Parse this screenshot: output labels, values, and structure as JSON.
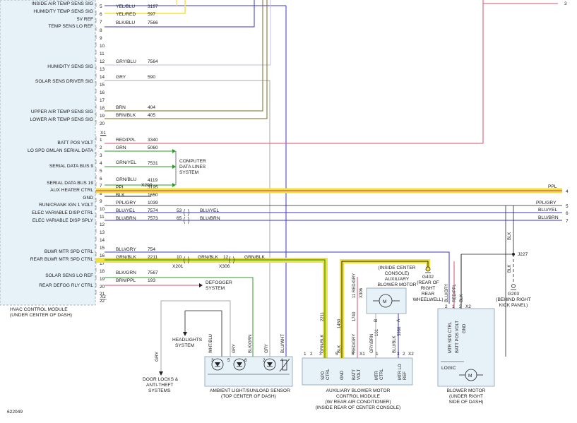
{
  "colors": {
    "red": "#d64f6e",
    "blue": "#3b35c4",
    "yellow": "#f2e13a",
    "brown": "#7a6a1e",
    "gray": "#a8a8a8",
    "green": "#2c9b2c",
    "black": "#222222",
    "box_fill": "#e6f1f8",
    "dash": "#8aa0ad"
  },
  "hvac": {
    "name": "HVAC CONTROL MODULE",
    "location": "(UNDER CENTER OF DASH)",
    "sig_labels": [
      "INSIDE AIR TEMP SENS SIG",
      "HUMIDITY TEMP SENS SIG",
      "5V REF",
      "TEMP SENS LO REF",
      "HUMIDITY SENS SIG",
      "SOLAR SENS DRIVER SIG",
      "UPPER AIR TEMP SENS SIG",
      "LOWER AIR TEMP SENS SIG",
      "BATT POS VOLT",
      "LO SPD GMLAN SERIAL DATA",
      "SERIAL DATA BUS 9",
      "SERIAL DATA BUS 19",
      "AUX HEATER CTRL",
      "GND",
      "RUN/CRANK IGN 1 VOLT",
      "ELEC VARIABLE DISP CTRL",
      "ELEC VARIABLE DISP SPLY",
      "BLWR MTR SPD CTRL",
      "REAR BLWR MTR SPD CTRL",
      "SOLAR SENS LO REF",
      "REAR DEFOG RLY CTRL"
    ],
    "connector_x1": "X1",
    "connector_x2": "X2",
    "pins_a": [
      "5",
      "6",
      "7",
      "8",
      "9",
      "10",
      "11",
      "12",
      "13",
      "14",
      "15",
      "16",
      "17",
      "18",
      "19",
      "20"
    ],
    "pins_b": [
      "1",
      "2",
      "3",
      "4",
      "5",
      "6",
      "7",
      "8",
      "9",
      "10",
      "11",
      "12",
      "13",
      "14",
      "15",
      "16",
      "17",
      "18",
      "19",
      "20",
      "21",
      "22"
    ]
  },
  "wires": {
    "colors_a": [
      "YEL/BLU",
      "YEL/RED",
      "BLK/BLU",
      "GRY/BLU",
      "GRY",
      "BRN",
      "BRN/BLK"
    ],
    "circuits_a": [
      "3197",
      "597",
      "7566",
      "7564",
      "590",
      "404",
      "405"
    ],
    "colors_b": [
      "RED/PPL",
      "GRN",
      "GRN/YEL",
      "GRN/BLU",
      "PPL",
      "BLK",
      "PPL/GRY",
      "BLU/YEL",
      "BLU/BRN",
      "BLU/GRY",
      "GRN/BLK",
      "BLK/GRN",
      "BRN/PPL"
    ],
    "circuits_b": [
      "3340",
      "5060",
      "7531",
      "4119",
      "3195",
      "1650",
      "1039",
      "7574",
      "7573",
      "754",
      "2211",
      "7567",
      "193"
    ],
    "splice_pins": [
      "53",
      "65",
      "10",
      "12"
    ],
    "splice_colors": [
      "BLU/YEL",
      "BLU/BRN",
      "GRN/BLK",
      "GRN/BLK"
    ],
    "splice_conns": [
      "X201",
      "X306"
    ],
    "right_labels": [
      "PPL",
      "PPL/GRY",
      "BLU/YEL",
      "BLU/BRN"
    ],
    "right_nums": [
      "3",
      "4",
      "5",
      "6",
      "7"
    ]
  },
  "computer": {
    "lines": [
      "COMPUTER",
      "DATA LINES",
      "SYSTEM"
    ],
    "x200": "X200"
  },
  "defogger": {
    "lines": [
      "DEFOGGER",
      "SYSTEM"
    ]
  },
  "headlights": {
    "lines": [
      "HEADLIGHTS",
      "SYSTEM"
    ]
  },
  "door_locks": {
    "lines": [
      "DOOR LOCKS &",
      "ANTI-THEFT",
      "SYSTEMS"
    ]
  },
  "gry_label": "GRY",
  "ambient": {
    "pin_nums": [
      "3",
      "5",
      "6",
      "2",
      "4"
    ],
    "wire_colors": [
      "WHT/BLU",
      "GRY",
      "BLK/GRN",
      "GRY",
      "BLU/WHT"
    ],
    "name_lines": [
      "AMBIENT LIGHT/SUNLOAD SENSOR",
      "(TOP CENTER OF DASH)"
    ]
  },
  "aux_module": {
    "top_pins": [
      "1",
      "2",
      "3",
      "5",
      "6",
      "X1",
      "1",
      "3",
      "2",
      "X2"
    ],
    "wire_colors": [
      "GRN/BLK",
      "BLK",
      "RED/GRY",
      "GRY/BRN",
      "BLU/BLK"
    ],
    "circuits": [
      "2211",
      "1450",
      "1740",
      "101",
      "5986"
    ],
    "terms": [
      "SPD\nCTRL",
      "GND",
      "BATT\nVOLT",
      "MTR\nCTRL",
      "MTR LO\nREF"
    ],
    "name_lines": [
      "AUXILIARY BLOWER MOTOR",
      "CONTROL MODULE",
      "(W/ REAR AIR CONDITIONER)",
      "(INSIDE REAR OF CENTER CONSOLE)"
    ]
  },
  "aux_motor": {
    "name_lines": [
      "(INSIDE CENTER",
      "CONSOLE)",
      "AUXILIARY",
      "BLOWER MOTOR"
    ],
    "pins": [
      "B",
      "A"
    ],
    "wire_label": "11 RED/GRY",
    "x306": "X306"
  },
  "g402": {
    "lines": [
      "G402",
      "(REAR OF",
      "RIGHT",
      "REAR",
      "WHEELWELL)"
    ]
  },
  "blower": {
    "pins": [
      "2",
      "1",
      "3",
      "X2"
    ],
    "wire_colors": [
      "BLU/GRY",
      "RED/PPL",
      "BLK"
    ],
    "terms": [
      "MTR SPD CTRL",
      "BATT POS VOLT",
      "GND"
    ],
    "logic": "LOGIC",
    "name_lines": [
      "BLOWER MOTOR",
      "(UNDER RIGHT",
      "SIDE OF DASH)"
    ]
  },
  "ground": {
    "j227": "J227",
    "blk": "BLK",
    "g203_lines": [
      "G203",
      "(BEHIND RIGHT",
      "KICK PANEL)"
    ]
  },
  "figure_id": "622049"
}
